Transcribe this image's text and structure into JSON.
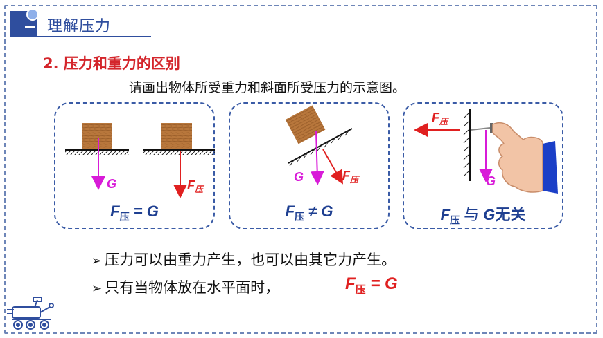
{
  "section": {
    "number": "一",
    "title": "理解压力"
  },
  "subtitle": "2. 压力和重力的区别",
  "instruction": "请画出物体所受重力和斜面所受压力的示意图。",
  "panels": [
    {
      "labels": {
        "g": "G",
        "f": "F",
        "f_sub": "压"
      },
      "caption": {
        "f": "F",
        "sub": "压",
        "rest": " = G"
      }
    },
    {
      "labels": {
        "g": "G",
        "f": "F",
        "f_sub": "压"
      },
      "caption": {
        "f": "F",
        "sub": "压",
        "rest": " ≠ G"
      }
    },
    {
      "labels": {
        "g": "G",
        "f": "F",
        "f_sub": "压"
      },
      "caption": {
        "f": "F",
        "sub": "压",
        "mid": " 与 ",
        "g": "G",
        "tail": "无关"
      }
    }
  ],
  "bullets": [
    "压力可以由重力产生，也可以由其它力产生。",
    "只有当物体放在水平面时，"
  ],
  "conclusion": {
    "f": "F",
    "sub": "压",
    "rest": " = G"
  },
  "colors": {
    "accent": "#2f4e9e",
    "red": "#d4252b",
    "magenta": "#d81bd8",
    "arrow_red": "#e02020",
    "caption": "#1e3f91"
  },
  "bullet_icon": "arrow-right-icon",
  "decor_icon": "rover-icon"
}
